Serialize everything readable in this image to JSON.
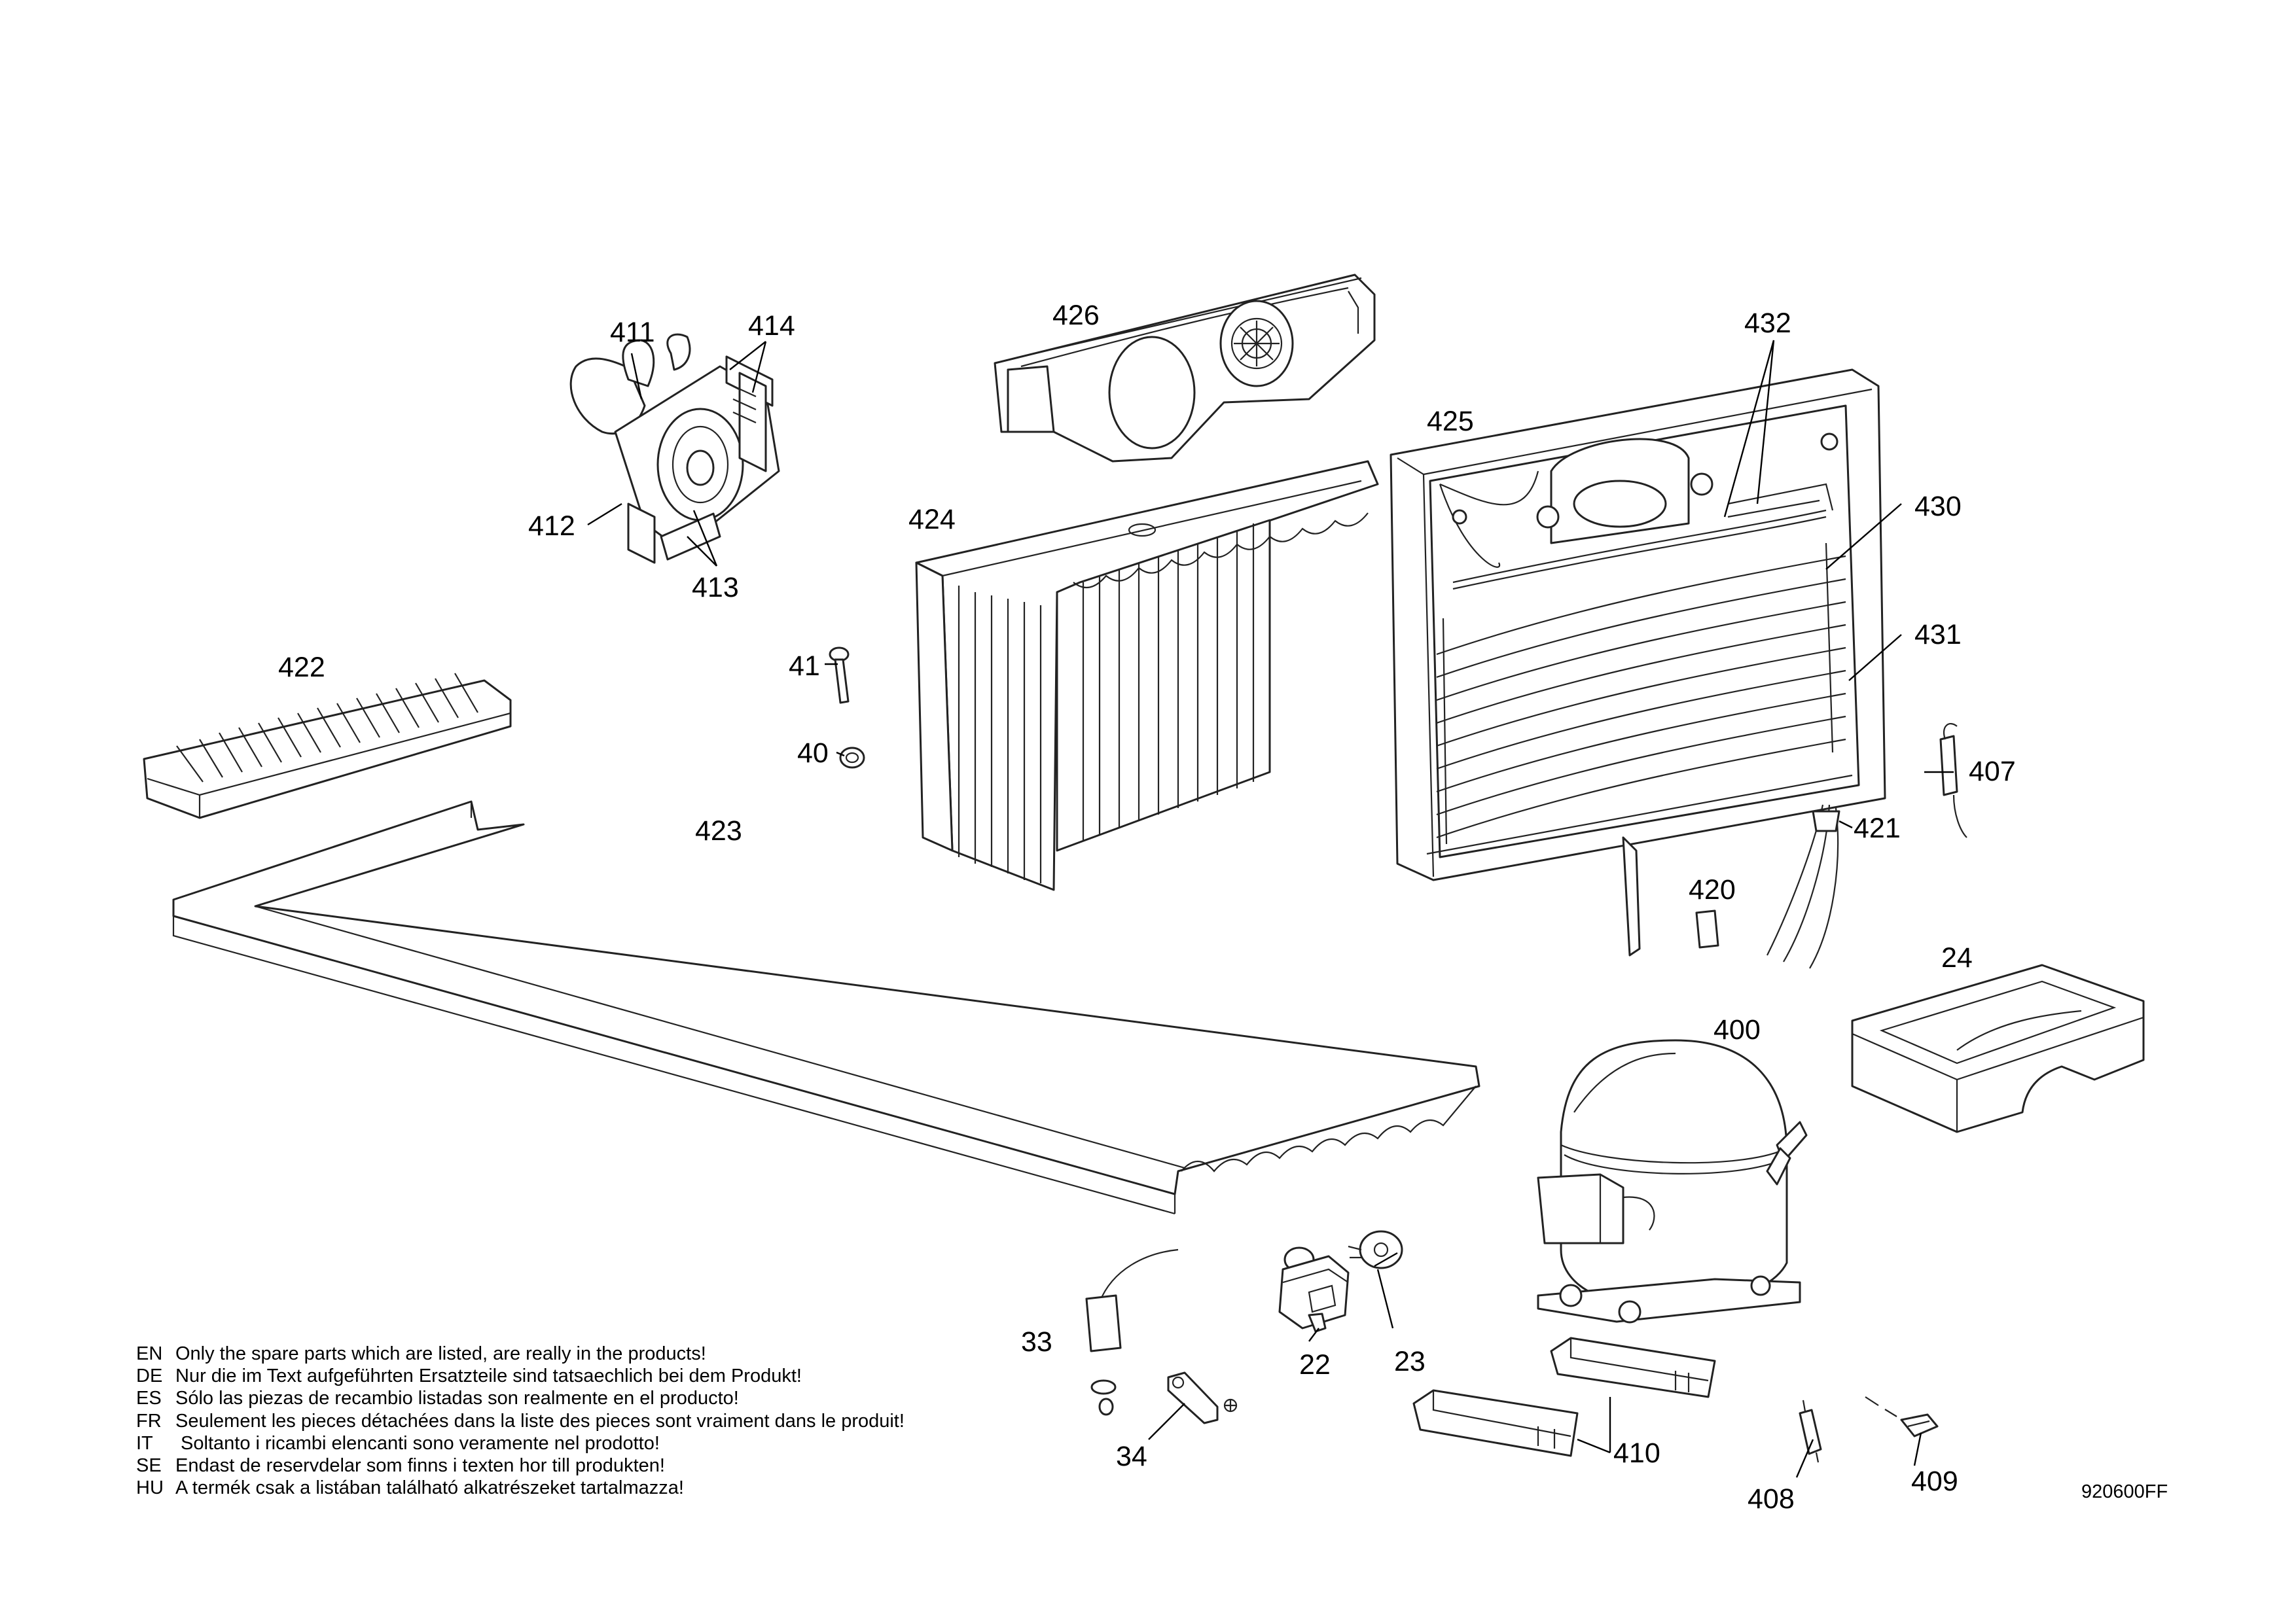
{
  "drawing_number": "920600FF",
  "callouts": [
    {
      "id": "411",
      "label": "411"
    },
    {
      "id": "414",
      "label": "414"
    },
    {
      "id": "412",
      "label": "412"
    },
    {
      "id": "413",
      "label": "413"
    },
    {
      "id": "426",
      "label": "426"
    },
    {
      "id": "424",
      "label": "424"
    },
    {
      "id": "425",
      "label": "425"
    },
    {
      "id": "432",
      "label": "432"
    },
    {
      "id": "430",
      "label": "430"
    },
    {
      "id": "431",
      "label": "431"
    },
    {
      "id": "422",
      "label": "422"
    },
    {
      "id": "41",
      "label": "41"
    },
    {
      "id": "40",
      "label": "40"
    },
    {
      "id": "407",
      "label": "407"
    },
    {
      "id": "423",
      "label": "423"
    },
    {
      "id": "421",
      "label": "421"
    },
    {
      "id": "420",
      "label": "420"
    },
    {
      "id": "24",
      "label": "24"
    },
    {
      "id": "400",
      "label": "400"
    },
    {
      "id": "33",
      "label": "33"
    },
    {
      "id": "22",
      "label": "22"
    },
    {
      "id": "23",
      "label": "23"
    },
    {
      "id": "34",
      "label": "34"
    },
    {
      "id": "410",
      "label": "410"
    },
    {
      "id": "408",
      "label": "408"
    },
    {
      "id": "409",
      "label": "409"
    }
  ],
  "notes": [
    {
      "code": "EN",
      "text": "Only the spare parts which are listed, are really in the products!"
    },
    {
      "code": "DE",
      "text": "Nur die im Text aufgeführten Ersatzteile sind tatsaechlich bei dem Produkt!"
    },
    {
      "code": "ES",
      "text": "Sólo las piezas de recambio  listadas son realmente en el producto!"
    },
    {
      "code": "FR",
      "text": "Seulement les pieces détachées dans la liste des pieces sont vraiment dans le produit!"
    },
    {
      "code": "IT",
      "text": " Soltanto i ricambi elencanti sono veramente nel prodotto!"
    },
    {
      "code": "SE",
      "text": "Endast de reservdelar som finns i texten hor till produkten!"
    },
    {
      "code": "HU",
      "text": "A termék csak a listában található alkatrészeket tartalmazza!"
    }
  ]
}
